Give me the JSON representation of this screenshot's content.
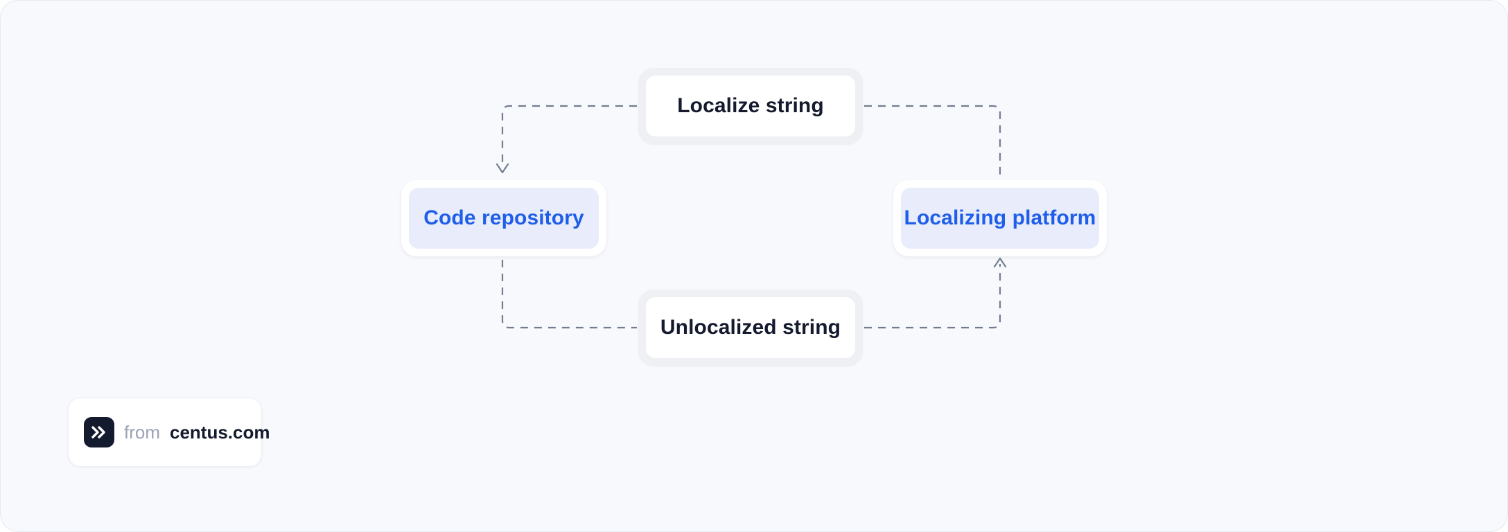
{
  "canvas": {
    "background_color": "#f7f9fc",
    "border_color": "#e6e9ef"
  },
  "diagram": {
    "type": "cycle-flow",
    "nodes": [
      {
        "id": "localize-string",
        "label": "Localize string",
        "style": "neutral",
        "text_color": "#151a2e",
        "fill_color": "#ffffff",
        "frame_color": "#eef0f4"
      },
      {
        "id": "code-repository",
        "label": "Code repository",
        "style": "accent",
        "text_color": "#1f5eea",
        "fill_color": "#e9ecfb",
        "frame_color": "#ffffff"
      },
      {
        "id": "localizing-platform",
        "label": "Localizing platform",
        "style": "accent",
        "text_color": "#1f5eea",
        "fill_color": "#e9ecfb",
        "frame_color": "#ffffff"
      },
      {
        "id": "unlocalized-string",
        "label": "Unlocalized string",
        "style": "neutral",
        "text_color": "#151a2e",
        "fill_color": "#ffffff",
        "frame_color": "#eef0f4"
      }
    ],
    "edges": [
      {
        "from": "localize-string",
        "to": "code-repository",
        "style": "dashed",
        "arrow": "down"
      },
      {
        "from": "localize-string",
        "to": "localizing-platform",
        "style": "dashed",
        "arrow": "none"
      },
      {
        "from": "code-repository",
        "to": "unlocalized-string",
        "style": "dashed",
        "arrow": "none"
      },
      {
        "from": "unlocalized-string",
        "to": "localizing-platform",
        "style": "dashed",
        "arrow": "up"
      }
    ],
    "edge_color": "#737d90"
  },
  "attribution": {
    "from_label": "from",
    "site_label": "centus.com",
    "logo_icon": "double-chevron-right-icon",
    "logo_background": "#141b2e"
  }
}
